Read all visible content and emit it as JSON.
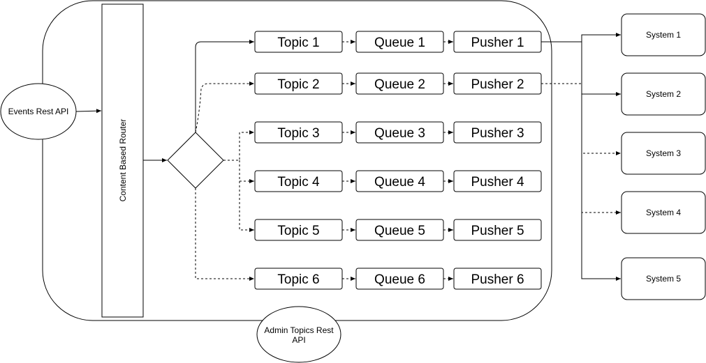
{
  "external": {
    "events_api": "Events Rest API",
    "admin_api_line1": "Admin Topics Rest",
    "admin_api_line2": "API"
  },
  "router": {
    "label": "Content Based Router"
  },
  "pipelines": [
    {
      "topic": "Topic 1",
      "queue": "Queue 1",
      "pusher": "Pusher 1",
      "route": "solid"
    },
    {
      "topic": "Topic 2",
      "queue": "Queue 2",
      "pusher": "Pusher 2",
      "route": "dashed"
    },
    {
      "topic": "Topic 3",
      "queue": "Queue 3",
      "pusher": "Pusher 3",
      "route": "dashed"
    },
    {
      "topic": "Topic 4",
      "queue": "Queue 4",
      "pusher": "Pusher 4",
      "route": "dashed"
    },
    {
      "topic": "Topic 5",
      "queue": "Queue 5",
      "pusher": "Pusher 5",
      "route": "dashed"
    },
    {
      "topic": "Topic 6",
      "queue": "Queue 6",
      "pusher": "Pusher 6",
      "route": "dashed"
    }
  ],
  "systems": [
    {
      "label": "System 1",
      "link": "solid"
    },
    {
      "label": "System 2",
      "link": "solid"
    },
    {
      "label": "System 3",
      "link": "dashed"
    },
    {
      "label": "System 4",
      "link": "dashed"
    },
    {
      "label": "System 5",
      "link": "solid"
    }
  ]
}
